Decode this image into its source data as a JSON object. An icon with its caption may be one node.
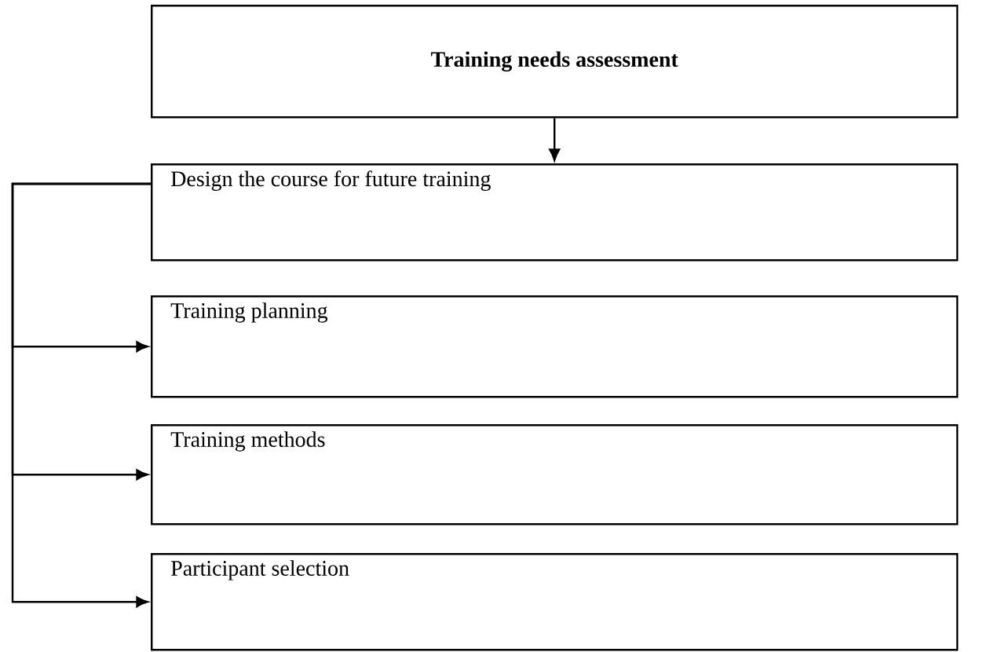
{
  "diagram": {
    "nodes": [
      {
        "text": [
          "Training needs assessment"
        ]
      },
      {
        "text": [
          "Design the course for future training"
        ]
      },
      {
        "text": [
          "Training planning"
        ]
      },
      {
        "text": [
          "Training methods"
        ]
      },
      {
        "text": [
          "Participant selection"
        ]
      }
    ],
    "edges": [
      {
        "from": 0,
        "to": 1,
        "arrow": "to"
      },
      {
        "from": 1,
        "to": 2,
        "arrow": "to"
      },
      {
        "from": 1,
        "to": 3,
        "arrow": "to"
      },
      {
        "from": 1,
        "to": 4,
        "arrow": "to"
      }
    ]
  }
}
